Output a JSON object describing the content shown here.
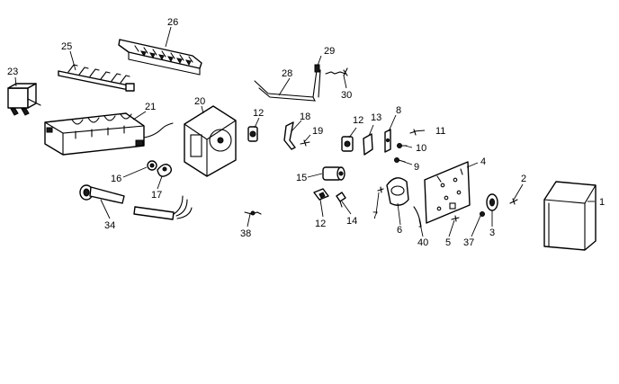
{
  "diagram": {
    "callouts": {
      "c1": "1",
      "c2": "2",
      "c3": "3",
      "c4": "4",
      "c5": "5",
      "c6": "6",
      "c7": "7",
      "c8": "8",
      "c9": "9",
      "c10": "10",
      "c11": "11",
      "c12a": "12",
      "c12b": "12",
      "c12c": "12",
      "c13": "13",
      "c14": "14",
      "c15": "15",
      "c16": "16",
      "c17": "17",
      "c18": "18",
      "c19": "19",
      "c20": "20",
      "c21": "21",
      "c23": "23",
      "c25": "25",
      "c26": "26",
      "c28": "28",
      "c29": "29",
      "c30": "30",
      "c34": "34",
      "c37": "37",
      "c38": "38",
      "c40": "40"
    }
  }
}
